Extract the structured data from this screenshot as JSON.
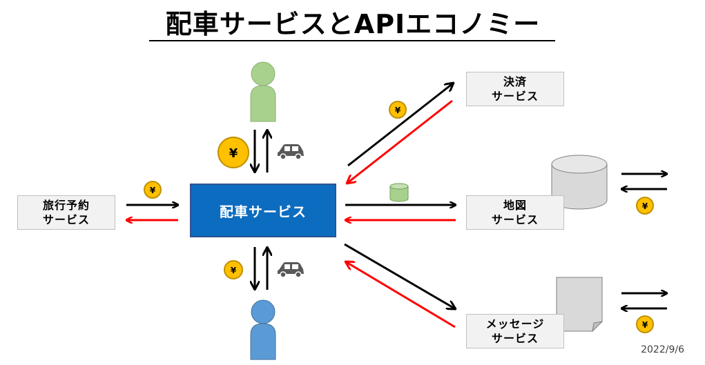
{
  "title": "配車サービスとAPIエコノミー",
  "center": {
    "label": "配車サービス"
  },
  "boxes": {
    "travel": {
      "line1": "旅行予約",
      "line2": "サービス"
    },
    "payment": {
      "line1": "決済",
      "line2": "サービス"
    },
    "map": {
      "line1": "地図",
      "line2": "サービス"
    },
    "message": {
      "line1": "メッセージ",
      "line2": "サービス"
    }
  },
  "coin_symbol": "¥",
  "date": "2022/9/6",
  "colors": {
    "center_box": "#0c6cbf",
    "driver": "#a9d18e",
    "passenger": "#5b9bd5",
    "coin": "#ffc000",
    "request_arrow": "#000000",
    "response_arrow": "#ff0000"
  }
}
